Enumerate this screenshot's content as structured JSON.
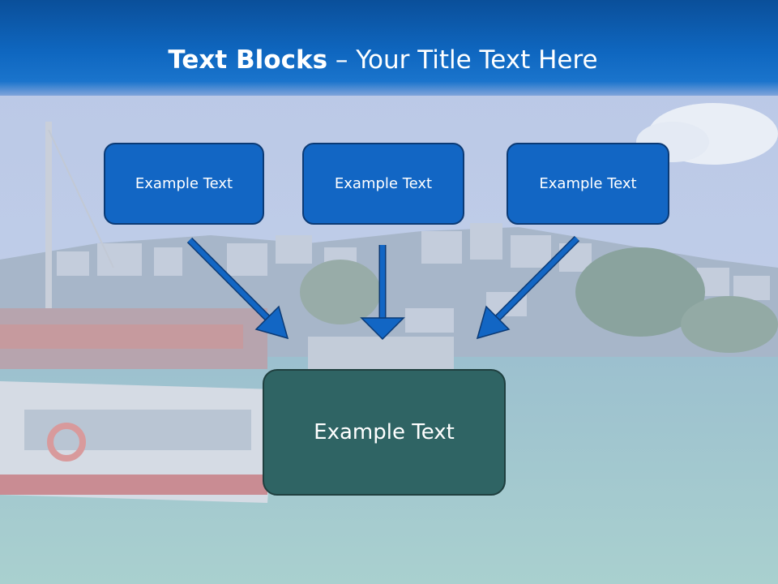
{
  "title": {
    "bold": "Text Blocks",
    "dash": "–",
    "rest": "Your Title Text Here"
  },
  "boxes": [
    {
      "label": "Example Text"
    },
    {
      "label": "Example Text"
    },
    {
      "label": "Example Text"
    }
  ],
  "main_box": {
    "label": "Example Text"
  },
  "colors": {
    "header": "#0f67c0",
    "box_fill": "#1266c4",
    "box_border": "#0b3a75",
    "main_box_fill": "#2f6464",
    "arrow": "#1266c4"
  }
}
